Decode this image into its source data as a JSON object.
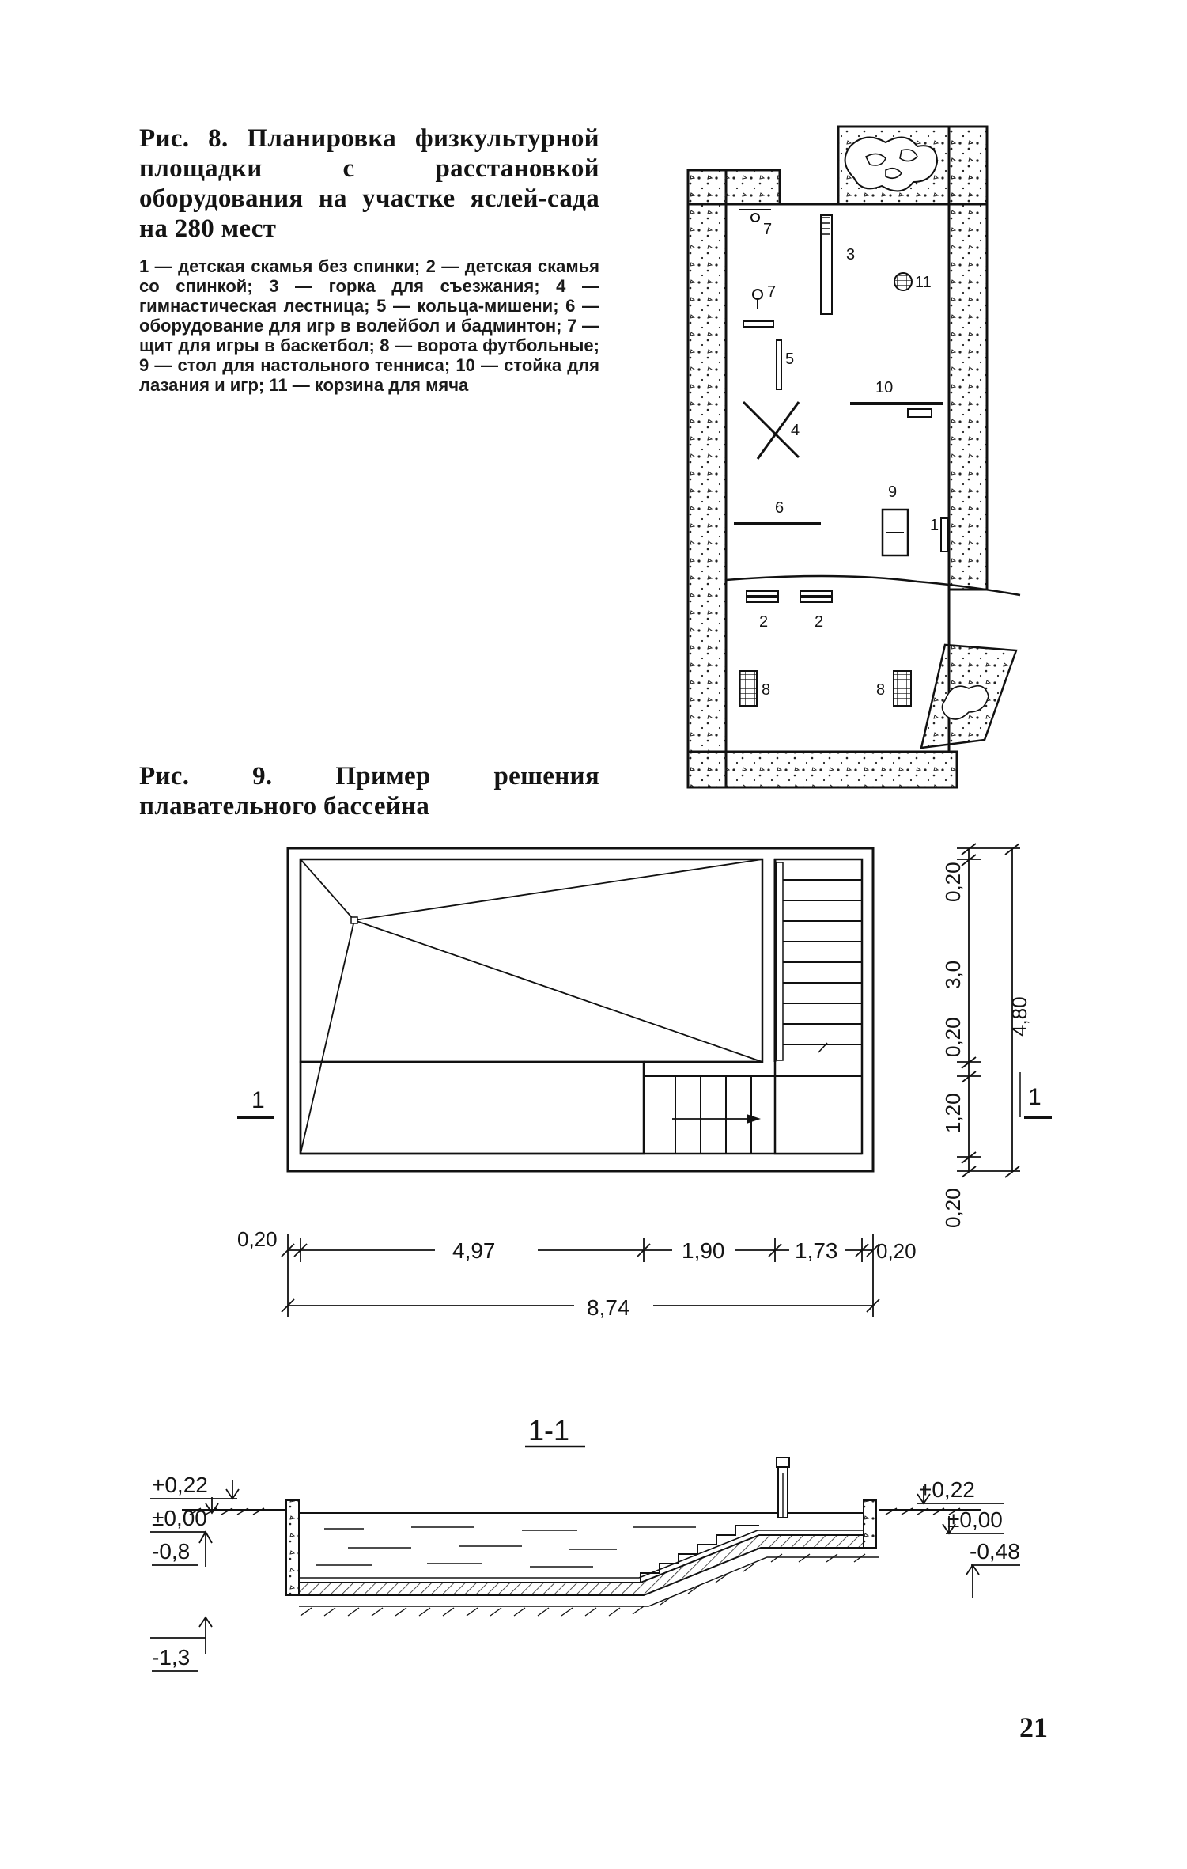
{
  "fig8": {
    "title": "Рис. 8. Планировка физкультурной площадки с расстановкой оборудования на участке яслей-сада на 280 мест",
    "legend": "1 — детская скамья без спинки; 2 — детская скамья со спинкой; 3 — горка для съезжания; 4 — гимнастическая лестница; 5 — кольца-мишени; 6 — оборудование для игр в волейбол и бадминтон; 7 — щит для игры в баскетбол; 8 — ворота футбольные; 9 — стол для настольного тенниса; 10 — стойка для лазания и игр; 11 — корзина для мяча",
    "labels": {
      "n1": "1",
      "n2a": "2",
      "n2b": "2",
      "n3": "3",
      "n4": "4",
      "n5": "5",
      "n6": "6",
      "n7a": "7",
      "n7b": "7",
      "n8a": "8",
      "n8b": "8",
      "n9": "9",
      "n10": "10",
      "n11": "11"
    }
  },
  "fig9": {
    "title": "Рис. 9. Пример решения плавательного бассейна",
    "section_mark_left": "1",
    "section_mark_right": "1",
    "section_title": "1-1",
    "dims": {
      "v_020_top": "0,20",
      "v_30": "3,0",
      "v_020_mid": "0,20",
      "v_120": "1,20",
      "v_020_bot": "0,20",
      "v_total": "4,80",
      "h_020_left": "0,20",
      "h_497": "4,97",
      "h_190": "1,90",
      "h_173": "1,73",
      "h_020_right": "0,20",
      "h_total": "8,74"
    },
    "levels": {
      "l_plus022_left": "+0,22",
      "l_000_left": "±0,00",
      "l_minus08": "-0,8",
      "l_minus13": "-1,3",
      "l_plus022_right": "+0,22",
      "l_000_right": "±0,00",
      "l_minus048": "-0,48"
    }
  },
  "page_number": "21"
}
